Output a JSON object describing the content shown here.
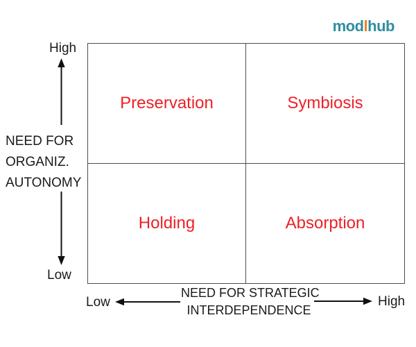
{
  "logo": {
    "text_mod": "mod",
    "text_bar": "l",
    "text_hub": "hub",
    "teal_color": "#2E8FA0",
    "orange_color": "#F08122"
  },
  "matrix": {
    "label_color": "#EC2127",
    "quadrants": [
      {
        "id": "top-left",
        "label": "Preservation"
      },
      {
        "id": "top-right",
        "label": "Symbiosis"
      },
      {
        "id": "bottom-left",
        "label": "Holding"
      },
      {
        "id": "bottom-right",
        "label": "Absorption"
      }
    ]
  },
  "y_axis": {
    "high_label": "High",
    "low_label": "Low",
    "title_lines": [
      "NEED FOR",
      "ORGANIZ.",
      "AUTONOMY"
    ]
  },
  "x_axis": {
    "low_label": "Low",
    "high_label": "High",
    "title_lines": [
      "NEED FOR STRATEGIC",
      "INTERDEPENDENCE"
    ]
  }
}
